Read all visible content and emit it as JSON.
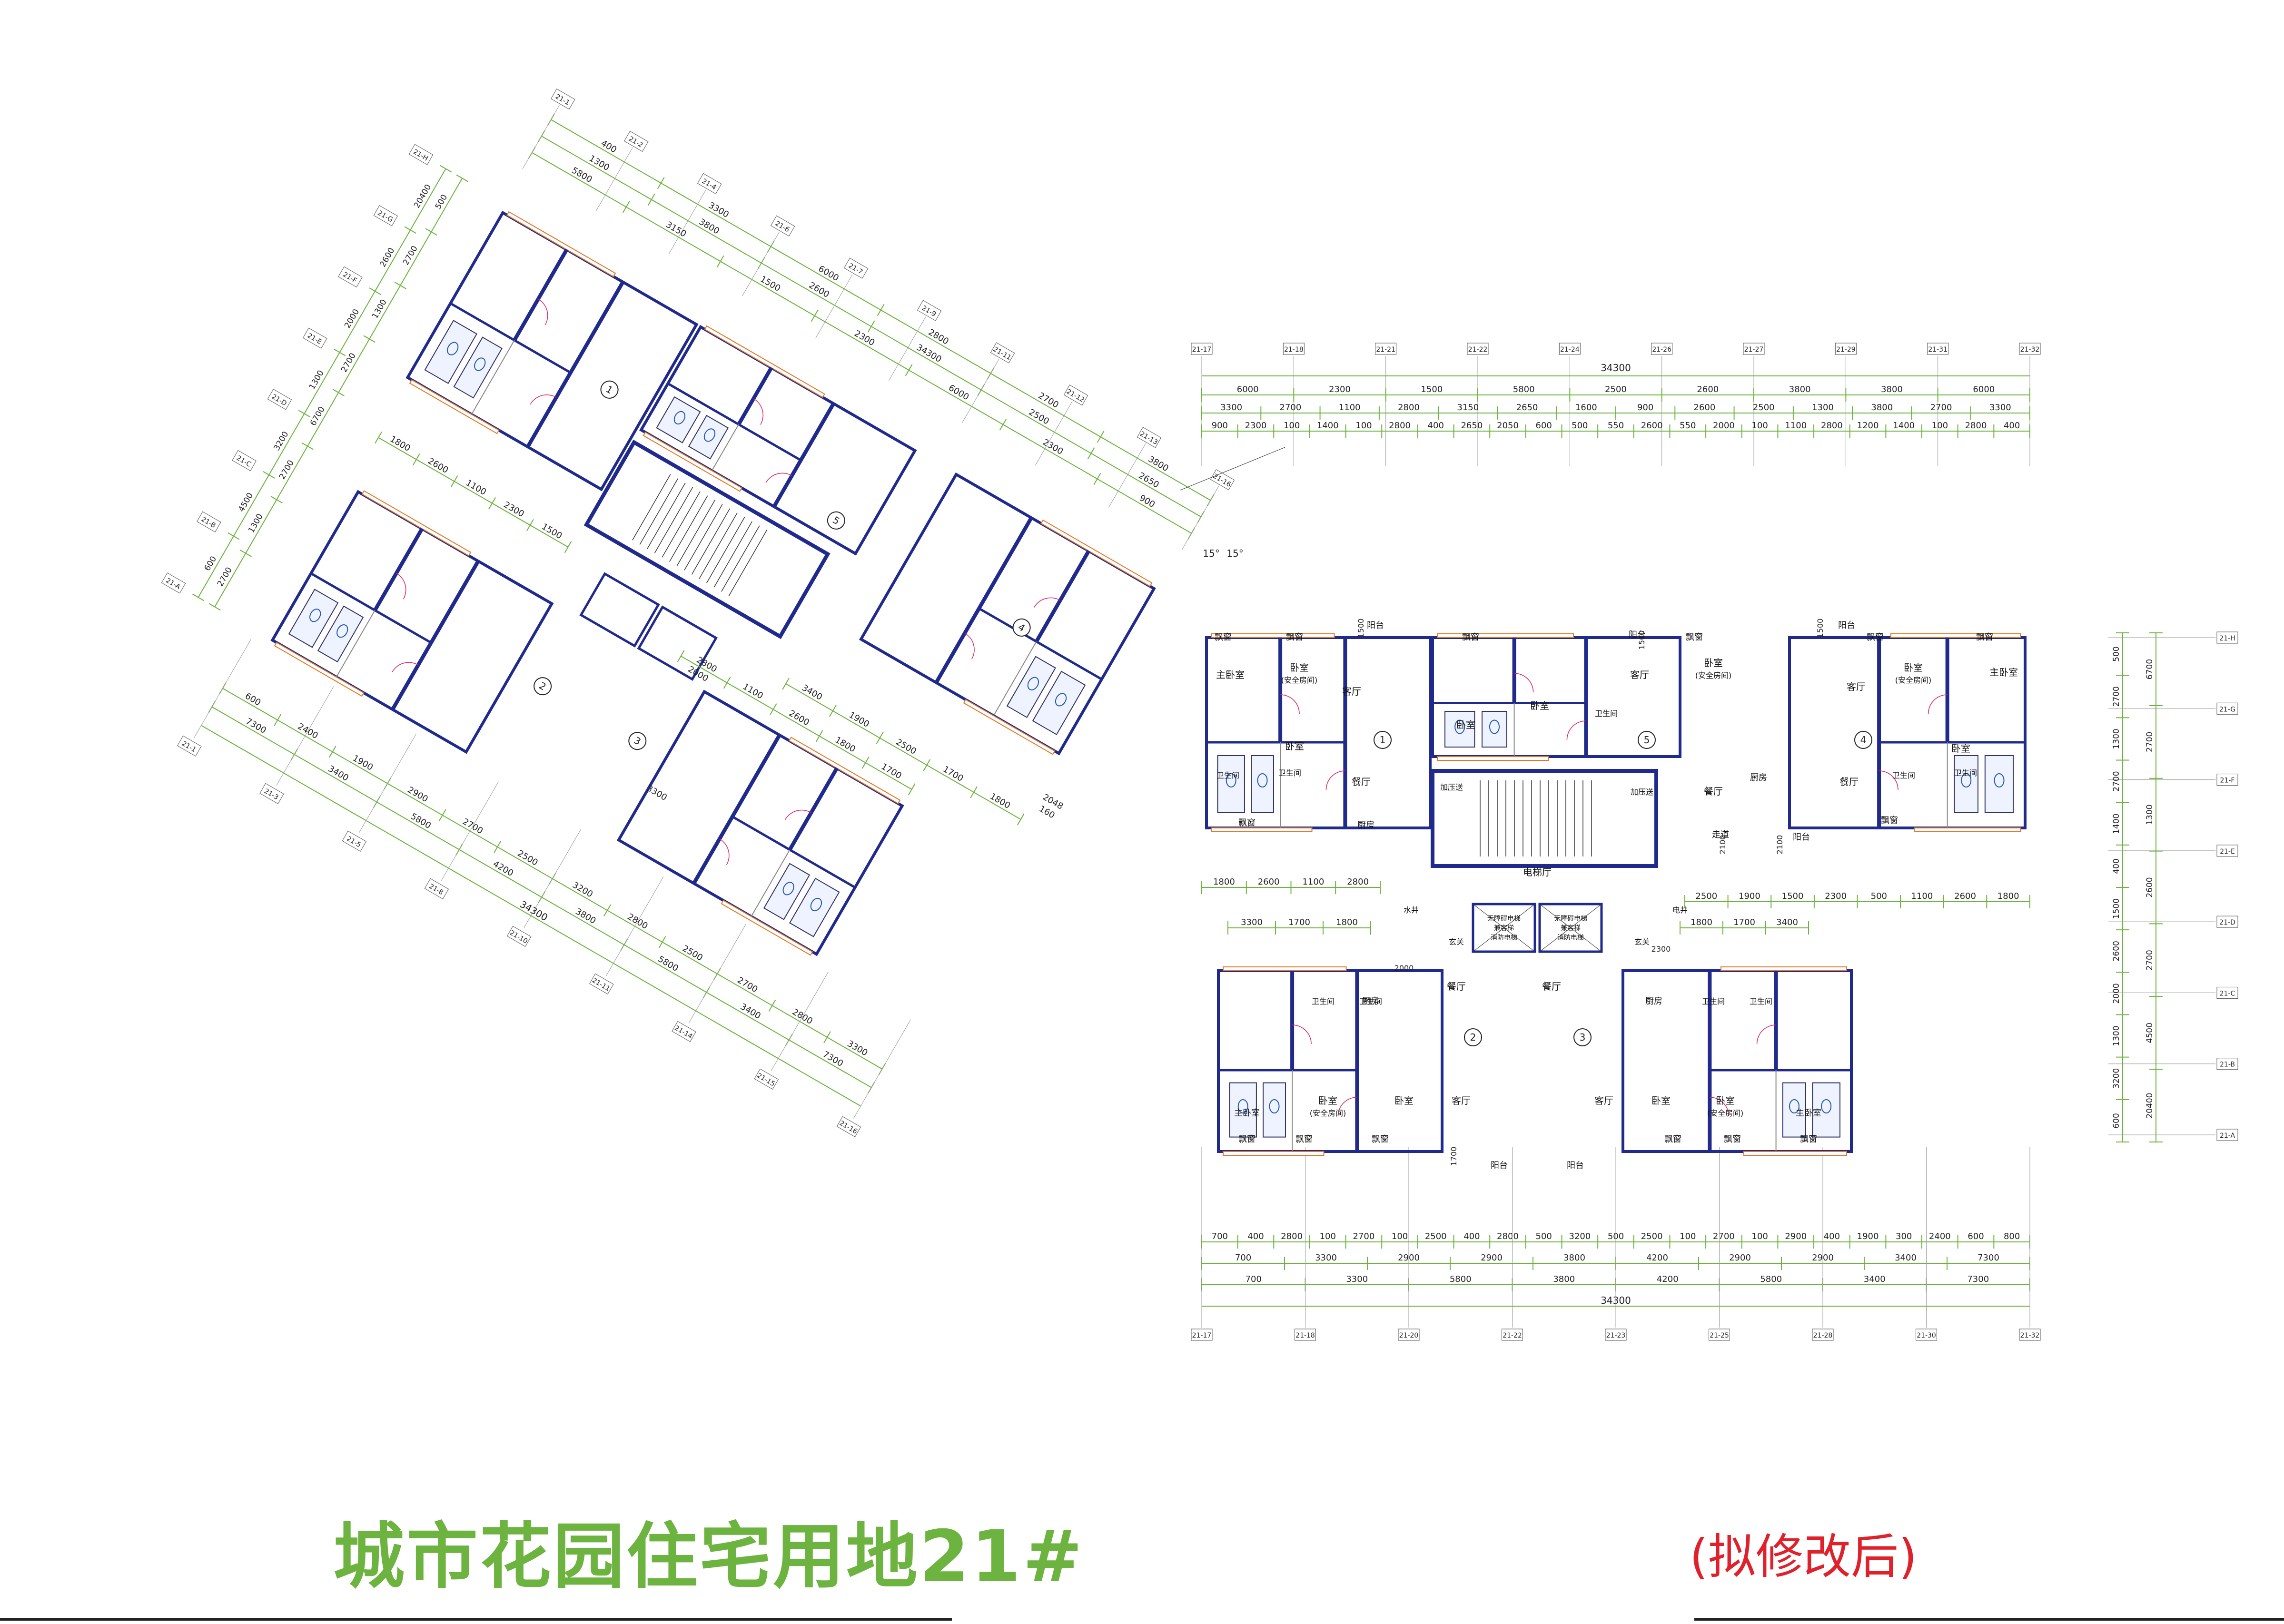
{
  "title": "城市花园住宅用地21#",
  "subtitle": "(拟修改后)",
  "colors": {
    "wall": "#1f2a8c",
    "dim_line": "#6db33f",
    "window": "#e07a2a",
    "title": "#6db33f",
    "subtitle": "#e0202a",
    "grid_line": "#333333"
  },
  "right_plan": {
    "top_axes": [
      "21-17",
      "21-18",
      "21-21",
      "21-22",
      "21-24",
      "21-26",
      "21-27",
      "21-29",
      "21-31",
      "21-32"
    ],
    "bottom_axes": [
      "21-17",
      "21-18",
      "21-20",
      "21-22",
      "21-23",
      "21-25",
      "21-28",
      "21-30",
      "21-32"
    ],
    "right_axes": [
      "21-H",
      "21-G",
      "21-F",
      "21-E",
      "21-D",
      "21-C",
      "21-B",
      "21-A"
    ],
    "top_dim_total": "34300",
    "top_dim_row1": [
      "6000",
      "2300",
      "1500",
      "5800",
      "2500",
      "2600",
      "3800",
      "3800",
      "6000"
    ],
    "top_dim_row2": [
      "3300",
      "2700",
      "1100",
      "2800",
      "3150",
      "2650",
      "1600",
      "900",
      "2600",
      "2500",
      "1300",
      "3800",
      "2700",
      "3300"
    ],
    "top_dim_row3": [
      "900",
      "2300",
      "100",
      "1400",
      "100",
      "2800",
      "400",
      "2650",
      "2050",
      "600",
      "500",
      "550",
      "2600",
      "550",
      "2000",
      "100",
      "1100",
      "2800",
      "1200",
      "1400",
      "100",
      "2800",
      "400"
    ],
    "bottom_dim_row1": [
      "700",
      "400",
      "2800",
      "100",
      "2700",
      "100",
      "2500",
      "400",
      "2800",
      "500",
      "3200",
      "500",
      "2500",
      "100",
      "2700",
      "100",
      "2900",
      "400",
      "1900",
      "300",
      "2400",
      "600",
      "800"
    ],
    "bottom_dim_row2": [
      "700",
      "3300",
      "2900",
      "2900",
      "3800",
      "4200",
      "2900",
      "2900",
      "3400",
      "7300"
    ],
    "bottom_dim_row3": [
      "700",
      "3300",
      "5800",
      "3800",
      "4200",
      "5800",
      "3400",
      "7300"
    ],
    "bottom_dim_total": "34300",
    "right_dim_values": [
      "500",
      "2700",
      "1300",
      "2700",
      "1400",
      "400",
      "1500",
      "2600",
      "2000",
      "1300",
      "3200",
      "600",
      "6700",
      "2700",
      "1300",
      "2600",
      "2700",
      "4500",
      "20400"
    ],
    "mid_dims_left": [
      "1800",
      "2600",
      "1100",
      "2800"
    ],
    "mid_dims_left2": [
      "3300",
      "1700",
      "1800"
    ],
    "mid_dims_right": [
      "2500",
      "1900",
      "1500",
      "2300",
      "500",
      "1100",
      "2600",
      "1800"
    ],
    "mid_dims_right2": [
      "1800",
      "1700",
      "3400"
    ],
    "small_dims": [
      "1500",
      "1500",
      "1500",
      "2000",
      "2300",
      "1700",
      "2100",
      "2100"
    ],
    "units": [
      "1",
      "2",
      "3",
      "4",
      "5"
    ],
    "rooms": {
      "balcony": "阳台",
      "bay": "飘窗",
      "master": "主卧室",
      "bedroom": "卧室",
      "safe_bedroom_1": "卧室",
      "safe_bedroom_2": "(安全房间)",
      "living": "客厅",
      "dining": "餐厅",
      "kitchen": "厨房",
      "bath": "卫生间",
      "entry": "玄关",
      "corridor": "走道",
      "elevator_hall": "电梯厅",
      "stair": "加压送",
      "well": "电井",
      "water": "水井",
      "fire_elev_1": "消防电梯",
      "fire_elev_2": "无障碍电梯",
      "fire_elev_3": "兼客梯"
    }
  },
  "left_plan": {
    "axes": [
      "21-1",
      "21-2",
      "21-4",
      "21-6",
      "21-7",
      "21-9",
      "21-11",
      "21-12",
      "21-13",
      "21-16",
      "21-H",
      "21-G",
      "21-F",
      "21-E",
      "21-D",
      "21-C",
      "21-B",
      "21-A",
      "21-1",
      "21-3",
      "21-5",
      "21-8",
      "21-10",
      "21-11",
      "21-14",
      "21-15",
      "21-16"
    ],
    "dims_top": [
      "400",
      "3300",
      "6000",
      "2800",
      "2700",
      "3800",
      "1300",
      "3800",
      "2600",
      "34300",
      "2500",
      "2650",
      "5800",
      "3150",
      "1500",
      "2300",
      "6000",
      "2300",
      "900"
    ],
    "dims_left": [
      "500",
      "2700",
      "1300",
      "2700",
      "6700",
      "2700",
      "1300",
      "2700",
      "20400",
      "2600",
      "2000",
      "1300",
      "3200",
      "4500",
      "600"
    ],
    "dims_bottom": [
      "600",
      "2400",
      "1900",
      "2900",
      "2700",
      "2500",
      "3200",
      "2800",
      "2500",
      "2700",
      "2800",
      "3300",
      "7300",
      "3400",
      "5800",
      "4200",
      "3800",
      "5800",
      "3400",
      "7300",
      "34300"
    ],
    "dims_mid": [
      "1800",
      "2600",
      "1100",
      "2300",
      "1500",
      "3400",
      "1900",
      "2500",
      "1700",
      "1800",
      "2048",
      "160",
      "2800",
      "1100",
      "2600",
      "1800",
      "1700",
      "3300",
      "2000"
    ],
    "angle_labels": [
      "15°",
      "15°"
    ],
    "units": [
      "1",
      "2",
      "3",
      "4",
      "5"
    ]
  }
}
